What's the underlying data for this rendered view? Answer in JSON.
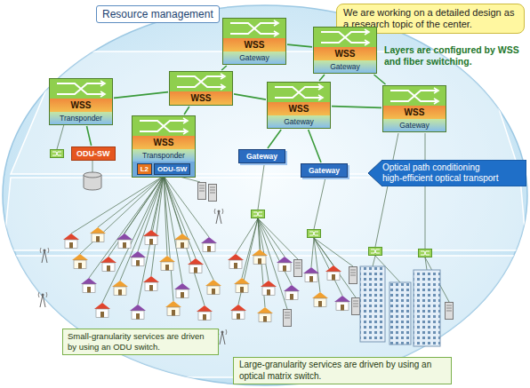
{
  "diagram": {
    "nodes": [
      {
        "text": [
          "Resource management"
        ]
      },
      {
        "text": [
          "We are working on a detailed design as a research topic of the center."
        ]
      },
      {
        "text": [
          "WSS",
          "Transponder"
        ]
      },
      {
        "text": [
          "ODU-SW"
        ]
      },
      {
        "text": [
          "WSS",
          "Transponder"
        ]
      },
      {
        "text": [
          "L2"
        ],
        "in": 4
      },
      {
        "text": [
          "ODU-SW"
        ],
        "in": 4
      },
      {
        "text": [
          "WSS",
          "Gateway"
        ]
      },
      {
        "text": [
          "WSS"
        ]
      },
      {
        "text": [
          "WSS",
          "Gateway"
        ]
      },
      {
        "text": [
          "WSS",
          "Gateway"
        ]
      },
      {
        "text": [
          "WSS",
          "Gateway"
        ]
      },
      {
        "text": [
          "Gateway"
        ]
      },
      {
        "text": [
          "Gateway"
        ]
      },
      {
        "text": [
          "Optical path conditioning",
          "high-efficient optical transport"
        ]
      },
      {
        "text": [
          "Small-granularity services are driven by using an ODU switch."
        ]
      },
      {
        "text": [
          "Large-granularity services are driven by using an optical matrix switch."
        ]
      }
    ],
    "edges": [
      {
        "from": 2,
        "to": 8,
        "arrow": "none"
      },
      {
        "from": 8,
        "to": 7,
        "arrow": "none"
      },
      {
        "from": 7,
        "to": 10,
        "arrow": "none"
      },
      {
        "from": 10,
        "to": 11,
        "arrow": "none"
      },
      {
        "from": 8,
        "to": 9,
        "arrow": "none"
      },
      {
        "from": 9,
        "to": 11,
        "arrow": "none"
      },
      {
        "from": 9,
        "to": 10,
        "arrow": "none"
      },
      {
        "from": 9,
        "to": 12,
        "arrow": "none"
      },
      {
        "from": 9,
        "to": 13,
        "arrow": "none"
      },
      {
        "from": 2,
        "to": 3,
        "arrow": "none"
      },
      {
        "from": 4,
        "to": 8,
        "arrow": "none"
      }
    ],
    "labels": [
      "Layers are configured by WSS and fiber switching."
    ]
  }
}
